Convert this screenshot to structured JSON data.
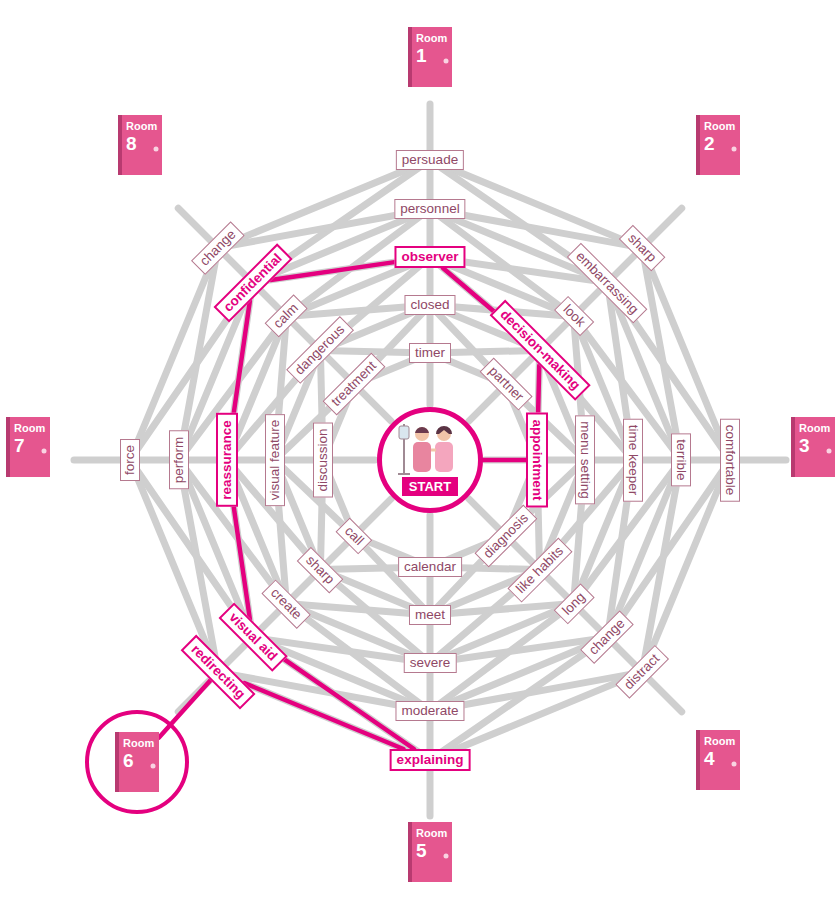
{
  "diagram": {
    "nodes": [
      {
        "text": [
          "Room",
          "1"
        ]
      },
      {
        "text": [
          "Room",
          "2"
        ]
      },
      {
        "text": [
          "Room",
          "3"
        ]
      },
      {
        "text": [
          "Room",
          "4"
        ]
      },
      {
        "text": [
          "Room",
          "5"
        ]
      },
      {
        "text": [
          "Room",
          "6"
        ]
      },
      {
        "text": [
          "Room",
          "7"
        ]
      },
      {
        "text": [
          "Room",
          "8"
        ]
      },
      {
        "text": [
          "START"
        ]
      },
      {
        "text": [
          "persuade"
        ]
      },
      {
        "text": [
          "personnel"
        ]
      },
      {
        "text": [
          "observer"
        ]
      },
      {
        "text": [
          "closed"
        ]
      },
      {
        "text": [
          "timer"
        ]
      },
      {
        "text": [
          "change"
        ]
      },
      {
        "text": [
          "confidential"
        ]
      },
      {
        "text": [
          "calm"
        ]
      },
      {
        "text": [
          "dangerous"
        ]
      },
      {
        "text": [
          "treatment"
        ]
      },
      {
        "text": [
          "sharp"
        ]
      },
      {
        "text": [
          "embarrassing"
        ]
      },
      {
        "text": [
          "look"
        ]
      },
      {
        "text": [
          "decision-making"
        ]
      },
      {
        "text": [
          "partner"
        ]
      },
      {
        "text": [
          "force"
        ]
      },
      {
        "text": [
          "perform"
        ]
      },
      {
        "text": [
          "reassurance"
        ]
      },
      {
        "text": [
          "visual feature"
        ]
      },
      {
        "text": [
          "discussion"
        ]
      },
      {
        "text": [
          "appointment"
        ]
      },
      {
        "text": [
          "menu setting"
        ]
      },
      {
        "text": [
          "time keeper"
        ]
      },
      {
        "text": [
          "terrible"
        ]
      },
      {
        "text": [
          "comfortable"
        ]
      },
      {
        "text": [
          "call"
        ]
      },
      {
        "text": [
          "sharp"
        ]
      },
      {
        "text": [
          "create"
        ]
      },
      {
        "text": [
          "visual aid"
        ]
      },
      {
        "text": [
          "redirecting"
        ]
      },
      {
        "text": [
          "diagnosis"
        ]
      },
      {
        "text": [
          "like habits"
        ]
      },
      {
        "text": [
          "long"
        ]
      },
      {
        "text": [
          "change"
        ]
      },
      {
        "text": [
          "distract"
        ]
      },
      {
        "text": [
          "calendar"
        ]
      },
      {
        "text": [
          "meet"
        ]
      },
      {
        "text": [
          "severe"
        ]
      },
      {
        "text": [
          "moderate"
        ]
      },
      {
        "text": [
          "explaining"
        ]
      }
    ],
    "edges": [
      {
        "from": 8,
        "to": 29,
        "arrow": "none"
      },
      {
        "from": 29,
        "to": 22,
        "arrow": "none"
      },
      {
        "from": 22,
        "to": 11,
        "arrow": "none"
      },
      {
        "from": 11,
        "to": 15,
        "arrow": "none"
      },
      {
        "from": 15,
        "to": 26,
        "arrow": "none"
      },
      {
        "from": 26,
        "to": 37,
        "arrow": "none"
      },
      {
        "from": 37,
        "to": 48,
        "arrow": "none"
      },
      {
        "from": 48,
        "to": 38,
        "arrow": "none"
      },
      {
        "from": 38,
        "to": 5,
        "arrow": "none"
      }
    ]
  }
}
